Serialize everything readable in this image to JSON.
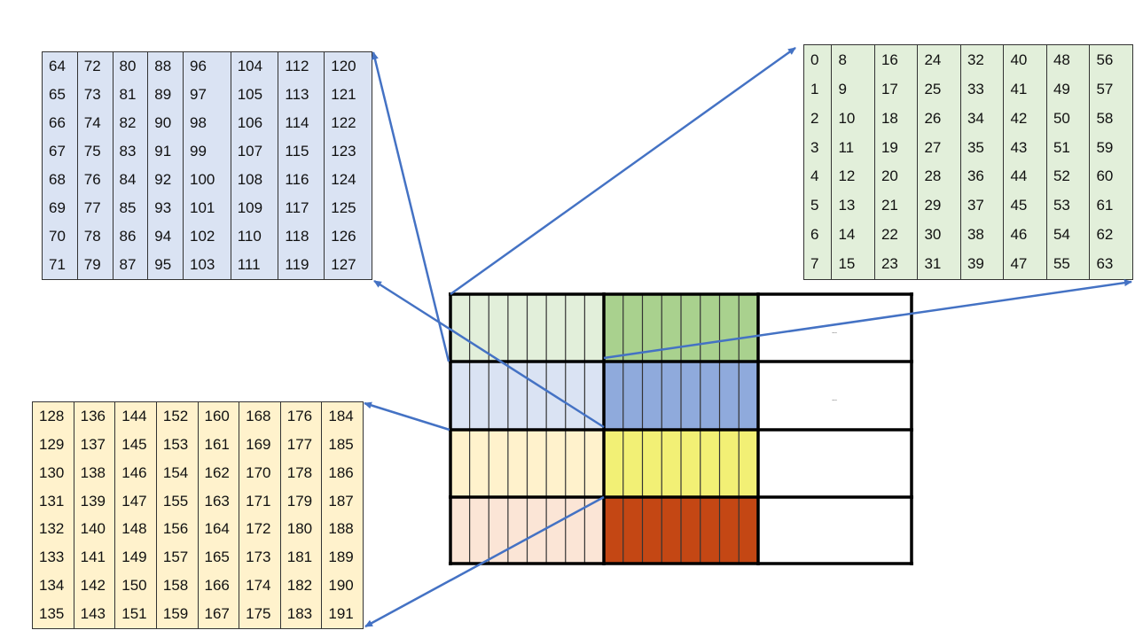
{
  "colors": {
    "arrow": "#4472c4",
    "row1_light": "#e2efda",
    "row1_dark": "#a9d18e",
    "row2_light": "#dae3f3",
    "row2_dark": "#8faadc",
    "row3_light": "#fff2cc",
    "row3_dark": "#f2f075",
    "row4_light": "#fbe5d6",
    "row4_dark": "#c44714"
  },
  "grid": {
    "ellipsis_row1": "...",
    "ellipsis_row2": "..."
  },
  "tables": {
    "green": [
      [
        0,
        8,
        16,
        24,
        32,
        40,
        48,
        56
      ],
      [
        1,
        9,
        17,
        25,
        33,
        41,
        49,
        57
      ],
      [
        2,
        10,
        18,
        26,
        34,
        42,
        50,
        58
      ],
      [
        3,
        11,
        19,
        27,
        35,
        43,
        51,
        59
      ],
      [
        4,
        12,
        20,
        28,
        36,
        44,
        52,
        60
      ],
      [
        5,
        13,
        21,
        29,
        37,
        45,
        53,
        61
      ],
      [
        6,
        14,
        22,
        30,
        38,
        46,
        54,
        62
      ],
      [
        7,
        15,
        23,
        31,
        39,
        47,
        55,
        63
      ]
    ],
    "blue": [
      [
        64,
        72,
        80,
        88,
        96,
        104,
        112,
        120
      ],
      [
        65,
        73,
        81,
        89,
        97,
        105,
        113,
        121
      ],
      [
        66,
        74,
        82,
        90,
        98,
        106,
        114,
        122
      ],
      [
        67,
        75,
        83,
        91,
        99,
        107,
        115,
        123
      ],
      [
        68,
        76,
        84,
        92,
        100,
        108,
        116,
        124
      ],
      [
        69,
        77,
        85,
        93,
        101,
        109,
        117,
        125
      ],
      [
        70,
        78,
        86,
        94,
        102,
        110,
        118,
        126
      ],
      [
        71,
        79,
        87,
        95,
        103,
        111,
        119,
        127
      ]
    ],
    "yellow": [
      [
        128,
        136,
        144,
        152,
        160,
        168,
        176,
        184
      ],
      [
        129,
        137,
        145,
        153,
        161,
        169,
        177,
        185
      ],
      [
        130,
        138,
        146,
        154,
        162,
        170,
        178,
        186
      ],
      [
        131,
        139,
        147,
        155,
        163,
        171,
        179,
        187
      ],
      [
        132,
        140,
        148,
        156,
        164,
        172,
        180,
        188
      ],
      [
        133,
        141,
        149,
        157,
        165,
        173,
        181,
        189
      ],
      [
        134,
        142,
        150,
        158,
        166,
        174,
        182,
        190
      ],
      [
        135,
        143,
        151,
        159,
        167,
        175,
        183,
        191
      ]
    ]
  }
}
